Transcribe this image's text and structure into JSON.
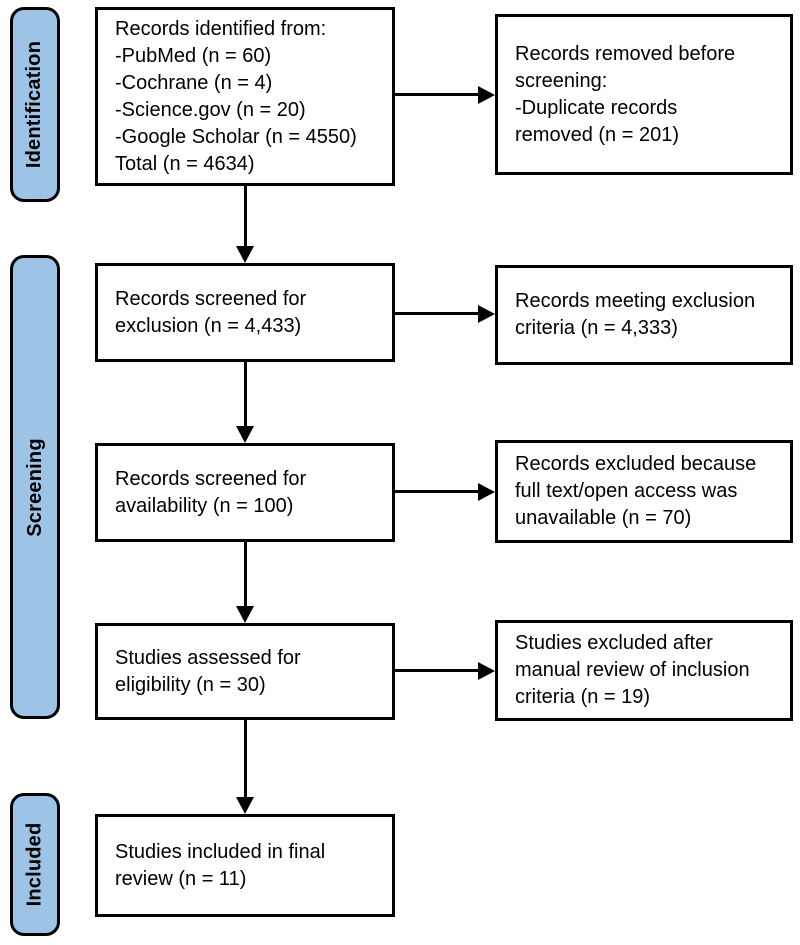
{
  "colors": {
    "stage_fill": "#9DC3E6",
    "border": "#000000",
    "text": "#000000",
    "background": "#FFFFFF",
    "arrow": "#000000"
  },
  "stages": [
    {
      "label": "Identification"
    },
    {
      "label": "Screening"
    },
    {
      "label": "Included"
    }
  ],
  "main_flow": [
    {
      "name": "records-identified",
      "text": "Records identified from:\n-PubMed (n = 60)\n-Cochrane (n = 4)\n-Science.gov (n = 20)\n-Google Scholar (n = 4550)\nTotal (n = 4634)"
    },
    {
      "name": "records-screened-exclusion",
      "text": "Records screened for\nexclusion (n = 4,433)"
    },
    {
      "name": "records-screened-availability",
      "text": "Records screened for\navailability (n = 100)"
    },
    {
      "name": "studies-assessed-eligibility",
      "text": "Studies assessed for\neligibility (n = 30)"
    },
    {
      "name": "studies-included-final-review",
      "text": "Studies included in final\nreview (n = 11)"
    }
  ],
  "side_flow": [
    {
      "name": "records-removed-before-screening",
      "text": "Records removed before\nscreening:\n-Duplicate records\nremoved (n = 201)"
    },
    {
      "name": "records-meeting-exclusion-criteria",
      "text": "Records meeting exclusion\ncriteria (n = 4,333)"
    },
    {
      "name": "records-excluded-unavailable",
      "text": "Records excluded because\nfull text/open access was\nunavailable (n = 70)"
    },
    {
      "name": "studies-excluded-manual-review",
      "text": "Studies excluded after\nmanual review of inclusion\ncriteria (n = 19)"
    }
  ]
}
